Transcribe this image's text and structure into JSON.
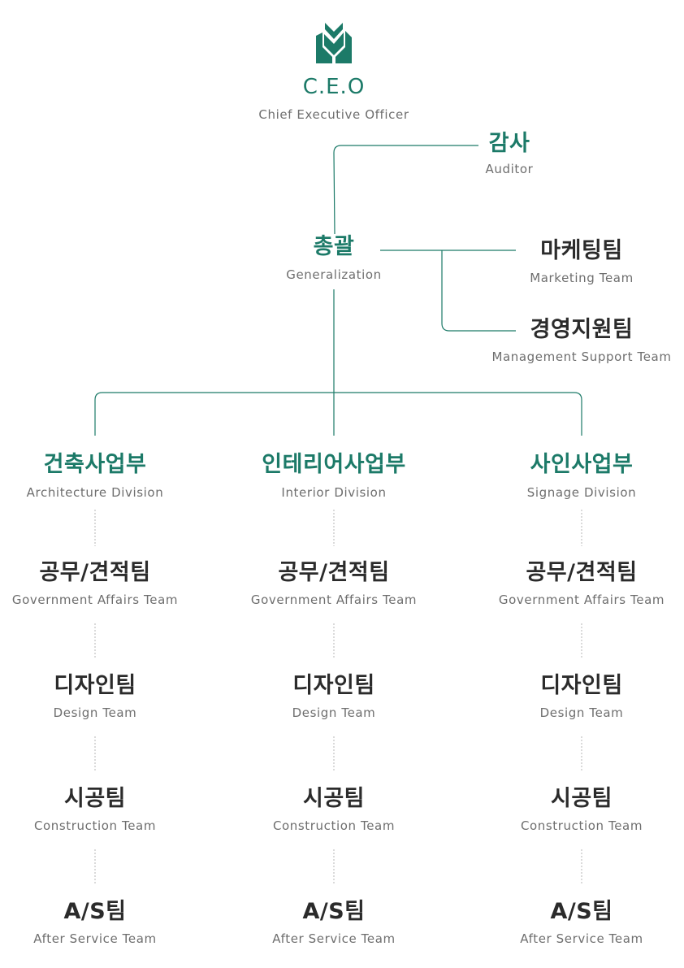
{
  "ceo": {
    "logo": "company-logo",
    "title": "C.E.O",
    "subtitle": "Chief Executive Officer"
  },
  "auditor": {
    "ko": "감사",
    "en": "Auditor"
  },
  "general": {
    "ko": "총괄",
    "en": "Generalization"
  },
  "marketing": {
    "ko": "마케팅팀",
    "en": "Marketing Team"
  },
  "management": {
    "ko": "경영지원팀",
    "en": "Management Support Team"
  },
  "divisions": [
    {
      "ko": "건축사업부",
      "en": "Architecture Division",
      "teams": [
        {
          "ko": "공무/견적팀",
          "en": "Government Affairs Team"
        },
        {
          "ko": "디자인팀",
          "en": "Design Team"
        },
        {
          "ko": "시공팀",
          "en": "Construction Team"
        },
        {
          "ko": "A/S팀",
          "en": "After Service Team"
        }
      ]
    },
    {
      "ko": "인테리어사업부",
      "en": "Interior Division",
      "teams": [
        {
          "ko": "공무/견적팀",
          "en": "Government Affairs Team"
        },
        {
          "ko": "디자인팀",
          "en": "Design Team"
        },
        {
          "ko": "시공팀",
          "en": "Construction Team"
        },
        {
          "ko": "A/S팀",
          "en": "After Service Team"
        }
      ]
    },
    {
      "ko": "사인사업부",
      "en": "Signage Division",
      "teams": [
        {
          "ko": "공무/견적팀",
          "en": "Government Affairs Team"
        },
        {
          "ko": "디자인팀",
          "en": "Design Team"
        },
        {
          "ko": "시공팀",
          "en": "Construction Team"
        },
        {
          "ko": "A/S팀",
          "en": "After Service Team"
        }
      ]
    }
  ],
  "colors": {
    "accent": "#1c7a68",
    "text": "#2b2b2b",
    "subtext": "#6e6e6e",
    "dotted": "#b5b5b5"
  }
}
